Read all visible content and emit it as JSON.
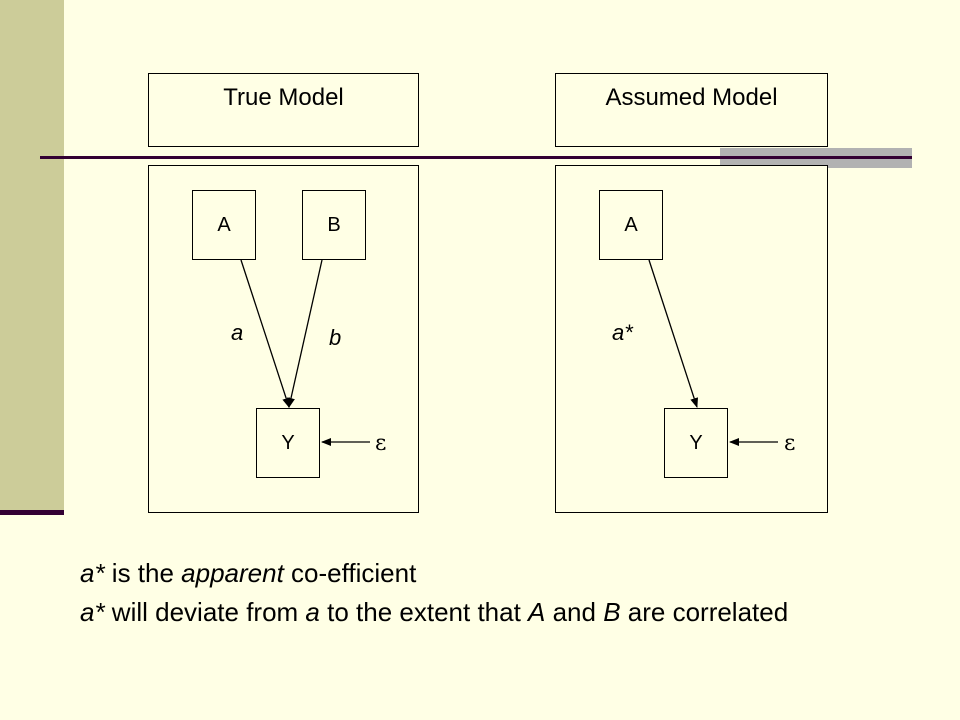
{
  "true_model": {
    "title": "True Model",
    "nodes": {
      "a": "A",
      "b": "B",
      "y": "Y"
    },
    "path_a": "a",
    "path_b": "b",
    "error": "ε"
  },
  "assumed_model": {
    "title": "Assumed Model",
    "nodes": {
      "a": "A",
      "y": "Y"
    },
    "path_a": "a*",
    "error": "ε"
  },
  "caption": {
    "line1": {
      "p1": "a*",
      "p2": " is the ",
      "p3": "apparent",
      "p4": " co-efficient"
    },
    "line2": {
      "p1": "a*",
      "p2": " will deviate from ",
      "p3": "a",
      "p4": " to the extent that ",
      "p5": "A",
      "p6": " and ",
      "p7": "B",
      "p8": " are correlated"
    }
  },
  "colors": {
    "background": "#ffffe5",
    "side_band": "#cccc99",
    "rule": "#330033",
    "rule_accent": "#b2b2b2"
  }
}
